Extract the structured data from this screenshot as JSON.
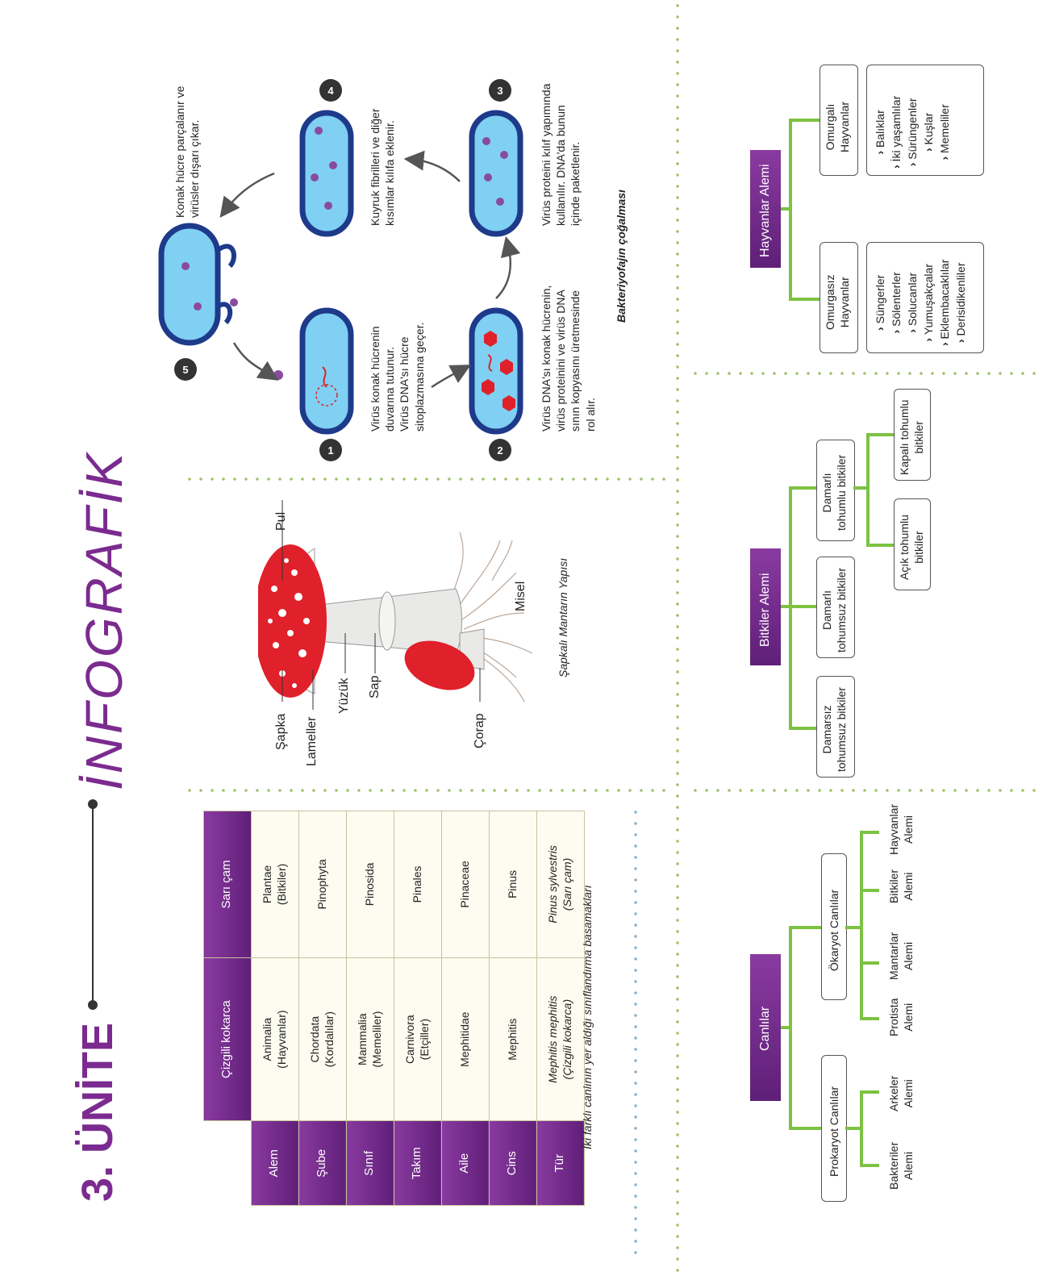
{
  "header": {
    "unit": "3. ÜNİTE",
    "section": "İNFOGRAFİK"
  },
  "classification_table": {
    "col_headers": [
      "Çizgili kokarca",
      "Sarı çam"
    ],
    "rows": [
      {
        "rank": "Alem",
        "a": "Animalia\n(Hayvanlar)",
        "b": "Plantae\n(Bitkiler)"
      },
      {
        "rank": "Şube",
        "a": "Chordata\n(Kordalılar)",
        "b": "Pinophyta"
      },
      {
        "rank": "Sınıf",
        "a": "Mammalia\n(Memeliler)",
        "b": "Pinosida"
      },
      {
        "rank": "Takım",
        "a": "Carnivora\n(Etçiller)",
        "b": "Pinales"
      },
      {
        "rank": "Aile",
        "a": "Mephitidae",
        "b": "Pinaceae"
      },
      {
        "rank": "Cins",
        "a": "Mephitis",
        "b": "Pinus"
      },
      {
        "rank": "Tür",
        "a": "Mephitis mephitis\n(Çizgili kokarca)",
        "b": "Pinus sylvestris\n(Sarı çam)"
      }
    ],
    "caption": "İki farklı canlının yer aldığı sınıflandırma basamakları"
  },
  "mushroom": {
    "labels": {
      "sapka": "Şapka",
      "lameller": "Lameller",
      "yuzuk": "Yüzük",
      "sap": "Sap",
      "corap": "Çorap",
      "pul": "Pul",
      "misel": "Misel"
    },
    "caption": "Şapkalı Mantarın Yapısı",
    "colors": {
      "cap": "#e0202a",
      "stem": "#e8e8e6"
    }
  },
  "phage": {
    "steps": [
      {
        "n": "1",
        "text": [
          "Virüs konak hücrenin",
          "duvarına tutunur.",
          "Virüs DNA'sı hücre",
          "sitoplazmasına geçer."
        ]
      },
      {
        "n": "2",
        "text": [
          "Virüs DNA'sı konak hücrenin,",
          "virüs proteinini ve virüs DNA",
          "sının kopyasını üretmesinde",
          "rol alır."
        ]
      },
      {
        "n": "3",
        "text": [
          "Virüs proteini kılıf yapımında",
          "kullanılır. DNA'da bunun",
          "içinde paketlenir."
        ]
      },
      {
        "n": "4",
        "text": [
          "Kuyruk fibrilleri ve diğer",
          "kısımlar kılıfa eklenir."
        ]
      },
      {
        "n": "5",
        "text": [
          "Konak hücre parçalanır ve",
          "virüsler dışarı çıkar."
        ]
      }
    ],
    "caption": "Bakteriyofajın çoğalması",
    "colors": {
      "cell": "#7fd0f2",
      "wall": "#1e3a8a",
      "virus": "#e0202a"
    }
  },
  "tree_canlilar": {
    "root": "Canlılar",
    "prokaryot": "Prokaryot Canlılar",
    "okaryot": "Ökaryot Canlılar",
    "pro_children": [
      "Bakteriler\nAlemi",
      "Arkeler\nAlemi"
    ],
    "oka_children": [
      "Protista\nAlemi",
      "Mantarlar\nAlemi",
      "Bitkiler\nAlemi",
      "Hayvanlar\nAlemi"
    ]
  },
  "tree_bitkiler": {
    "root": "Bitkiler Alemi",
    "children": [
      "Damarsız\ntohumsuz bitkiler",
      "Damarlı\ntohumsuz bitkiler",
      "Damarlı\ntohumlu bitkiler"
    ],
    "tohumlu_children": [
      "Açık tohumlu\nbitkiler",
      "Kapalı tohumlu\nbitkiler"
    ]
  },
  "tree_hayvanlar": {
    "root": "Hayvanlar Alemi",
    "omurgasiz": "Omurgasız\nHayvanlar",
    "omurgali": "Omurgalı\nHayvanlar",
    "omurgasiz_list": [
      "Süngerler",
      "Sölenterler",
      "Solucanlar",
      "Yumuşakçalar",
      "Eklembacaklılar",
      "Derisidikenliler"
    ],
    "omurgali_list": [
      "Balıklar",
      "İki yaşamlılar",
      "Sürüngenler",
      "Kuşlar",
      "Memeliler"
    ]
  },
  "colors": {
    "accent": "#7b2b8f",
    "tree_line": "#7dc242"
  }
}
